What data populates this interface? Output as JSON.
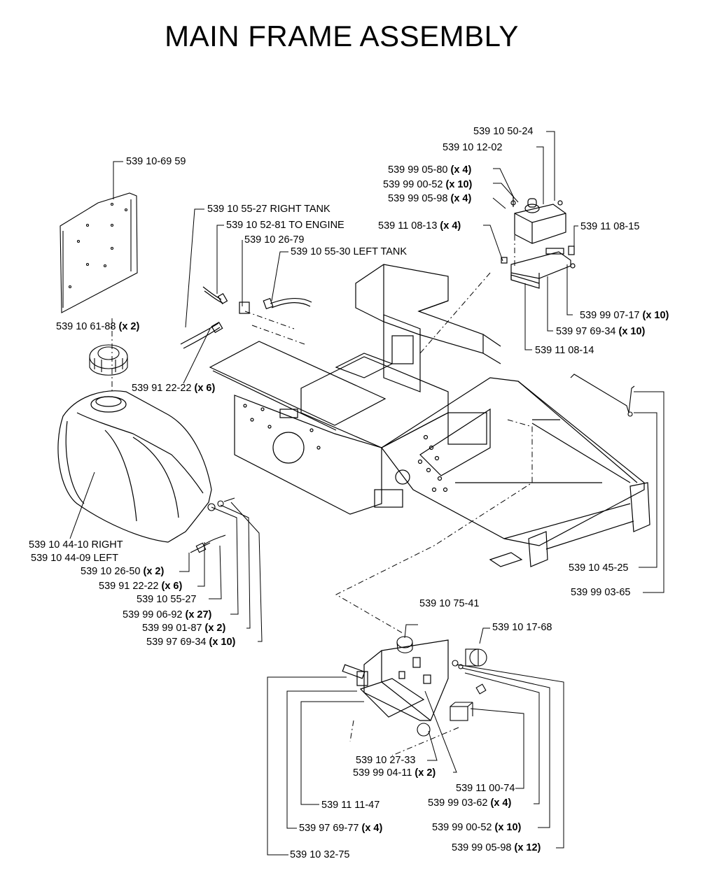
{
  "title": "MAIN FRAME ASSEMBLY",
  "labels": [
    {
      "id": "l01",
      "part": "539 10 50-24",
      "suffix": ""
    },
    {
      "id": "l02",
      "part": "539 10 12-02",
      "suffix": ""
    },
    {
      "id": "l03",
      "part": "539 99 05-80",
      "qty": "(x 4)"
    },
    {
      "id": "l04",
      "part": "539 99 00-52",
      "qty": "(x 10)"
    },
    {
      "id": "l05",
      "part": "539 99 05-98",
      "qty": "(x 4)"
    },
    {
      "id": "l06",
      "part": "539 11 08-13",
      "qty": "(x 4)"
    },
    {
      "id": "l07",
      "part": "539 11 08-15",
      "suffix": ""
    },
    {
      "id": "l08",
      "part": "539 99 07-17",
      "qty": "(x 10)"
    },
    {
      "id": "l09",
      "part": "539 97 69-34",
      "qty": "(x 10)"
    },
    {
      "id": "l10",
      "part": "539 11 08-14",
      "suffix": ""
    },
    {
      "id": "l11",
      "part": "539 10-69 59",
      "suffix": ""
    },
    {
      "id": "l12",
      "part": "539 10 55-27 RIGHT TANK",
      "suffix": ""
    },
    {
      "id": "l13",
      "part": "539 10 52-81 TO ENGINE",
      "suffix": ""
    },
    {
      "id": "l14",
      "part": "539 10 26-79",
      "suffix": ""
    },
    {
      "id": "l15",
      "part": "539 10 55-30 LEFT TANK",
      "suffix": ""
    },
    {
      "id": "l16",
      "part": "539 10 61-88",
      "qty": "(x 2)"
    },
    {
      "id": "l17",
      "part": "539 91 22-22",
      "qty": "(x 6)"
    },
    {
      "id": "l18",
      "part": "539 10 44-10 RIGHT",
      "suffix": ""
    },
    {
      "id": "l19",
      "part": "539 10 44-09 LEFT",
      "suffix": ""
    },
    {
      "id": "l20",
      "part": "539 10 26-50",
      "qty": "(x 2)"
    },
    {
      "id": "l21",
      "part": "539 91 22-22",
      "qty": "(x 6)"
    },
    {
      "id": "l22",
      "part": "539 10 55-27",
      "suffix": ""
    },
    {
      "id": "l23",
      "part": "539 99 06-92",
      "qty": "(x 27)"
    },
    {
      "id": "l24",
      "part": "539 99 01-87",
      "qty": "(x 2)"
    },
    {
      "id": "l25",
      "part": "539 97 69-34",
      "qty": "(x 10)"
    },
    {
      "id": "l26",
      "part": "539 10 45-25",
      "suffix": ""
    },
    {
      "id": "l27",
      "part": "539 99 03-65",
      "suffix": ""
    },
    {
      "id": "l28",
      "part": "539 10 75-41",
      "suffix": ""
    },
    {
      "id": "l29",
      "part": "539 10 17-68",
      "suffix": ""
    },
    {
      "id": "l30",
      "part": "539 10 27-33",
      "suffix": ""
    },
    {
      "id": "l31",
      "part": "539 99 04-11",
      "qty": "(x 2)"
    },
    {
      "id": "l32",
      "part": "539 11 00-74",
      "suffix": ""
    },
    {
      "id": "l33",
      "part": "539 99 03-62",
      "qty": "(x 4)"
    },
    {
      "id": "l34",
      "part": "539 11 11-47",
      "suffix": ""
    },
    {
      "id": "l35",
      "part": "539 97 69-77",
      "qty": "(x 4)"
    },
    {
      "id": "l36",
      "part": "539 99 00-52",
      "qty": "(x 10)"
    },
    {
      "id": "l37",
      "part": "539 99 05-98",
      "qty": "(x 12)"
    },
    {
      "id": "l38",
      "part": "539 10 32-75",
      "suffix": ""
    }
  ]
}
